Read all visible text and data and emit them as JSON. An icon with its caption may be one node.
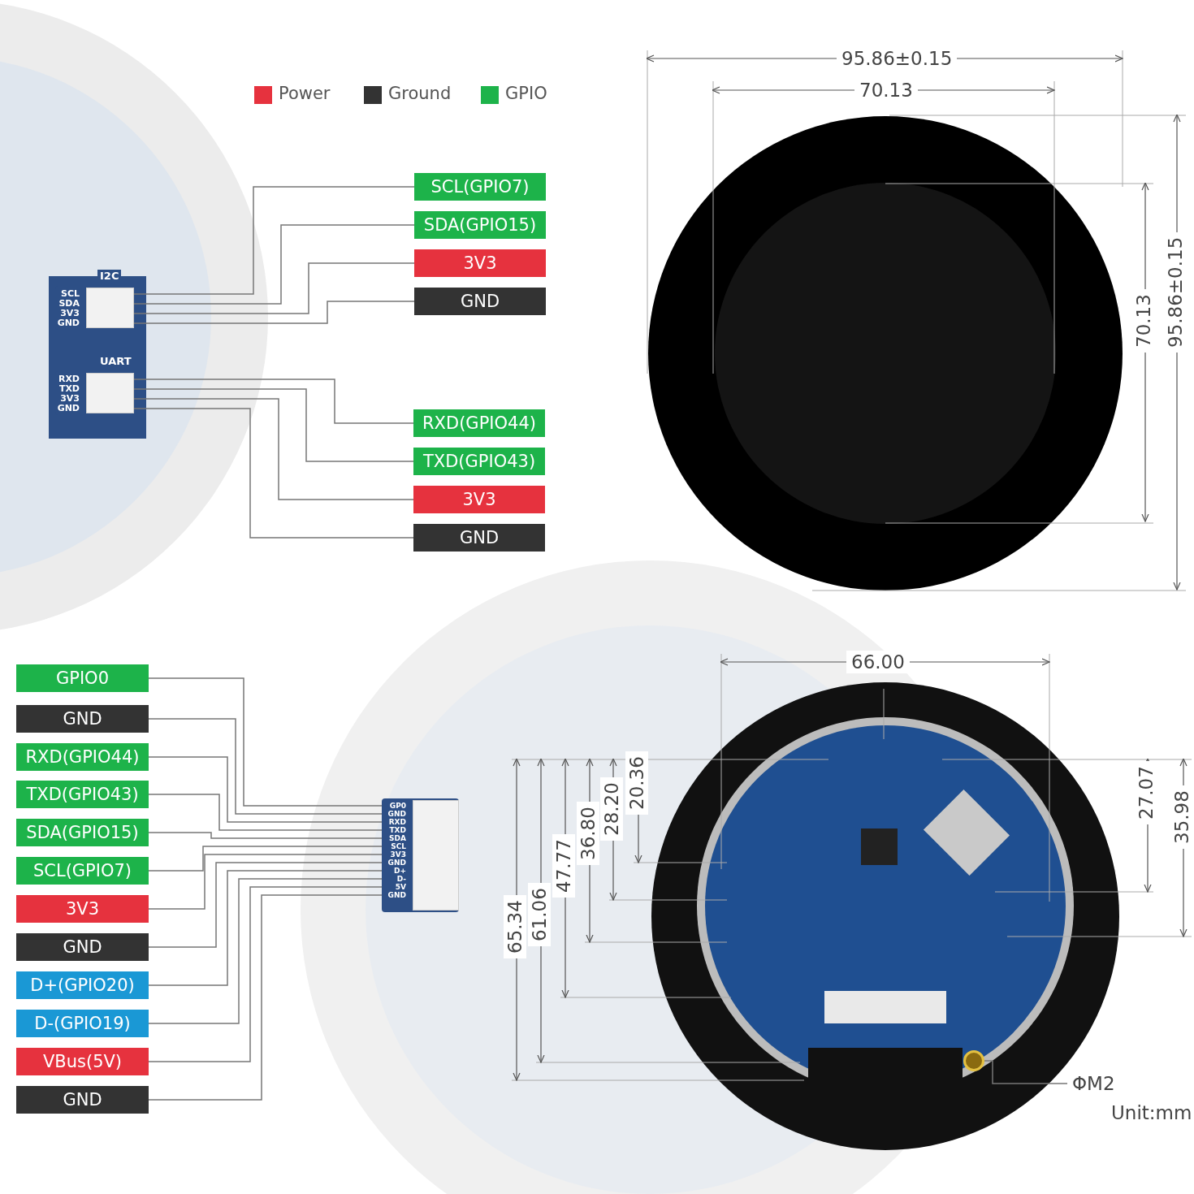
{
  "diagram": {
    "nodes": [
      {
        "text": [
          "SCL SDA 3V3 GND"
        ],
        "beside": [
          "I2C"
        ]
      },
      {
        "text": [
          "SCL(GPIO7)"
        ]
      },
      {
        "text": [
          "SDA(GPIO15)"
        ]
      },
      {
        "text": [
          "3V3"
        ]
      },
      {
        "text": [
          "GND"
        ]
      },
      {
        "text": [
          "RXD TXD 3V3 GND"
        ],
        "beside": [
          "UART"
        ]
      },
      {
        "text": [
          "RXD(GPIO44)"
        ]
      },
      {
        "text": [
          "TXD(GPIO43)"
        ]
      },
      {
        "text": [
          "3V3"
        ]
      },
      {
        "text": [
          "GND"
        ]
      },
      {
        "text": [
          "GP0 GND RXD TXD SDA SCL 3V3 GND D+ D- 5V GND"
        ]
      },
      {
        "text": [
          "GPIO0"
        ]
      },
      {
        "text": [
          "GND"
        ]
      },
      {
        "text": [
          "RXD(GPIO44)"
        ]
      },
      {
        "text": [
          "TXD(GPIO43)"
        ]
      },
      {
        "text": [
          "SDA(GPIO15)"
        ]
      },
      {
        "text": [
          "SCL(GPIO7)"
        ]
      },
      {
        "text": [
          "3V3"
        ]
      },
      {
        "text": [
          "GND"
        ]
      },
      {
        "text": [
          "D+(GPIO20)"
        ]
      },
      {
        "text": [
          "D-(GPIO19)"
        ]
      },
      {
        "text": [
          "VBus(5V)"
        ]
      },
      {
        "text": [
          "GND"
        ]
      },
      {
        "text": [
          "ΦM2"
        ]
      },
      {
        "text": [],
        "shape": "circle"
      }
    ],
    "edges": [
      {
        "from": 0,
        "to": 1,
        "arrow": "none"
      },
      {
        "from": 0,
        "to": 2,
        "arrow": "none"
      },
      {
        "from": 0,
        "to": 3,
        "arrow": "none"
      },
      {
        "from": 0,
        "to": 4,
        "arrow": "none"
      },
      {
        "from": 5,
        "to": 6,
        "arrow": "none"
      },
      {
        "from": 5,
        "to": 7,
        "arrow": "none"
      },
      {
        "from": 5,
        "to": 8,
        "arrow": "none"
      },
      {
        "from": 5,
        "to": 9,
        "arrow": "none"
      },
      {
        "from": 10,
        "to": 11,
        "arrow": "none"
      },
      {
        "from": 10,
        "to": 12,
        "arrow": "none"
      },
      {
        "from": 10,
        "to": 13,
        "arrow": "none"
      },
      {
        "from": 10,
        "to": 14,
        "arrow": "none"
      },
      {
        "from": 10,
        "to": 15,
        "arrow": "none"
      },
      {
        "from": 10,
        "to": 16,
        "arrow": "none"
      },
      {
        "from": 10,
        "to": 17,
        "arrow": "none"
      },
      {
        "from": 10,
        "to": 18,
        "arrow": "none"
      },
      {
        "from": 10,
        "to": 19,
        "arrow": "none"
      },
      {
        "from": 10,
        "to": 20,
        "arrow": "none"
      },
      {
        "from": 10,
        "to": 21,
        "arrow": "none"
      },
      {
        "from": 10,
        "to": 22,
        "arrow": "none"
      },
      {
        "from": 23,
        "to": 24,
        "arrow": "none"
      }
    ],
    "labels": [
      "95.86±0.15",
      "70.13",
      "70.13",
      "95.86±0.15",
      "66.00",
      "65.34",
      "61.06",
      "47.77",
      "36.80",
      "28.20",
      "20.36",
      "27.07",
      "35.98",
      "Unit:mm"
    ],
    "legend": [
      {
        "text": "Power",
        "color": "#e6323e"
      },
      {
        "text": "Ground",
        "color": "#333333"
      },
      {
        "text": "GPIO",
        "color": "#1db34a"
      }
    ]
  }
}
